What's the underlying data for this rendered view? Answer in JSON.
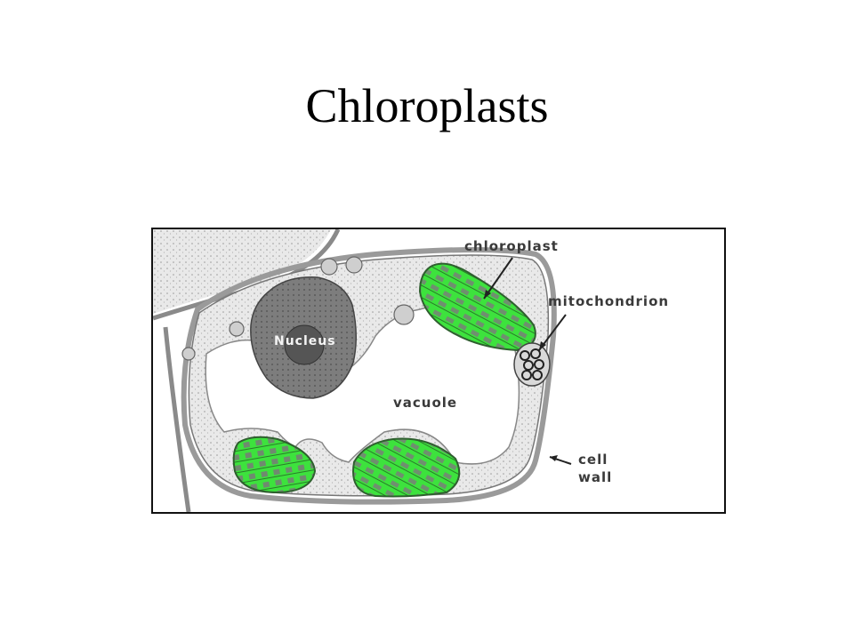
{
  "slide": {
    "title": "Chloroplasts"
  },
  "diagram": {
    "labels": {
      "chloroplast": "chloroplast",
      "mitochondrion": "mitochondrion",
      "nucleus": "Nucleus",
      "vacuole": "vacuole",
      "cell_wall_line1": "cell",
      "cell_wall_line2": "wall"
    },
    "colors": {
      "chloroplast_fill": "#33e033",
      "nucleus_fill": "#8a8a8a",
      "cytoplasm_fill": "#e6e6e6",
      "cell_wall": "#9a9a9a",
      "vacuole": "#ffffff"
    }
  }
}
